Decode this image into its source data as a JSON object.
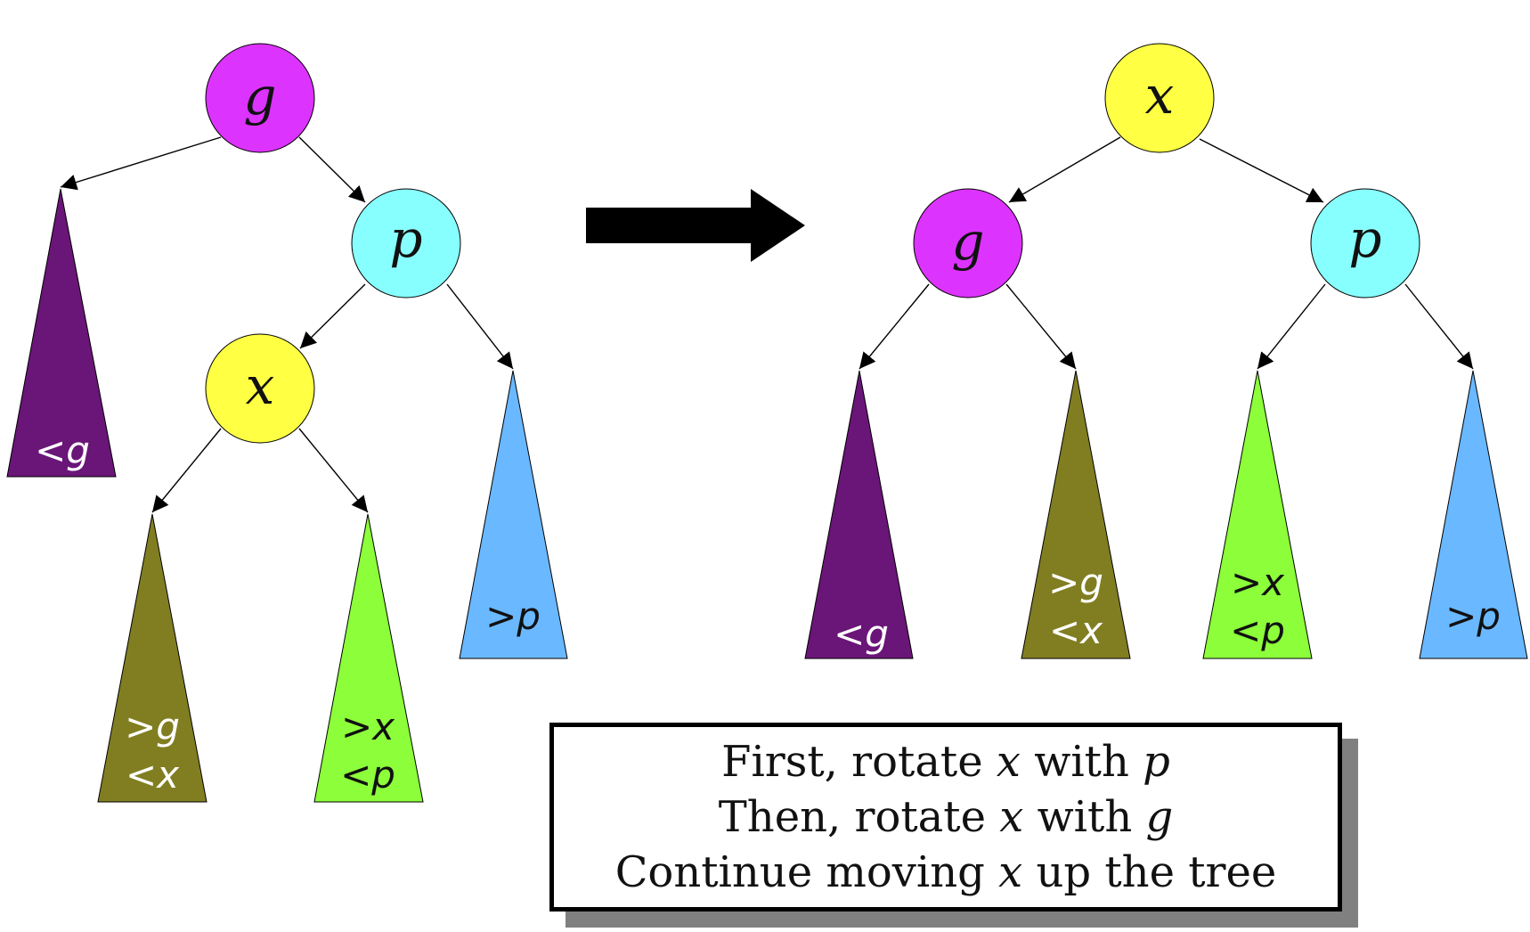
{
  "colors": {
    "g": "#dd33ff",
    "p": "#88ffff",
    "x": "#ffff44",
    "less_g": "#6a1578",
    "between_g_x": "#817e22",
    "between_x_p": "#8cff3a",
    "greater_p": "#6ab8ff",
    "arrow": "#000000",
    "shadow": "#808080"
  },
  "before": {
    "nodes": {
      "g": "g",
      "p": "p",
      "x": "x"
    },
    "subtrees": {
      "less_g": [
        "<g"
      ],
      "between_g_x": [
        ">g",
        "<x"
      ],
      "between_x_p": [
        ">x",
        "<p"
      ],
      "greater_p": [
        ">p"
      ]
    }
  },
  "after": {
    "nodes": {
      "x": "x",
      "g": "g",
      "p": "p"
    },
    "subtrees": {
      "less_g": [
        "<g"
      ],
      "between_g_x": [
        ">g",
        "<x"
      ],
      "between_x_p": [
        ">x",
        "<p"
      ],
      "greater_p": [
        ">p"
      ]
    }
  },
  "transform_arrow_icon": "right-arrow-icon",
  "caption": {
    "line1": {
      "t1": "First, rotate ",
      "v1": "x",
      "t2": " with ",
      "v2": "p"
    },
    "line2": {
      "t1": "Then, rotate ",
      "v1": "x",
      "t2": " with ",
      "v2": "g"
    },
    "line3": {
      "t1": "Continue moving ",
      "v1": "x",
      "t2": " up the tree"
    }
  }
}
